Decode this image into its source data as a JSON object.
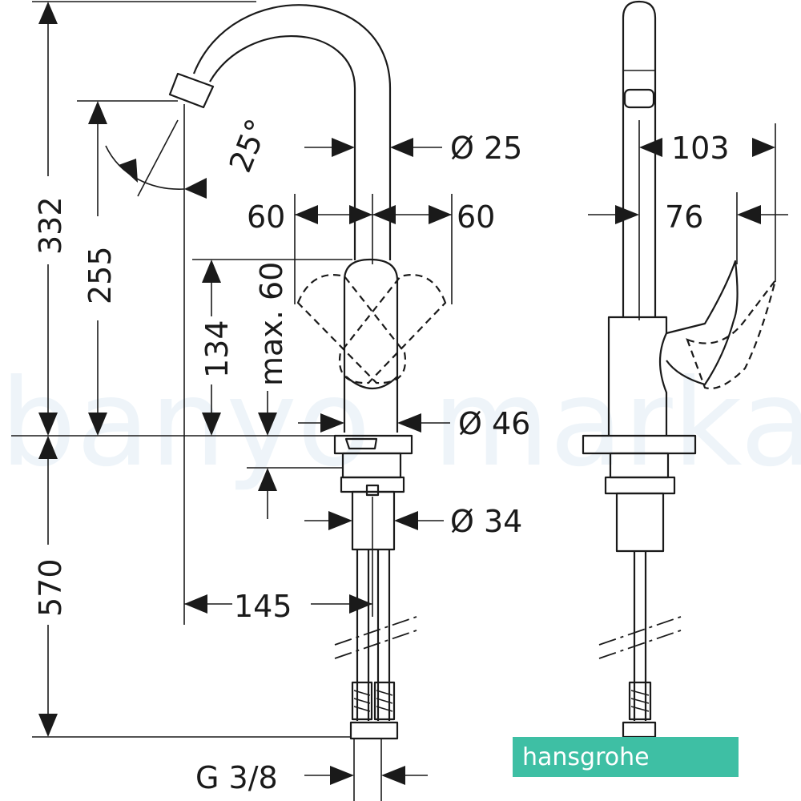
{
  "dimensions": {
    "total_height": "332",
    "spout_height": "255",
    "body_height": "134",
    "lever_travel": "max. 60",
    "spout_angle": "25°",
    "spout_diameter": "Ø 25",
    "lever_left": "60",
    "lever_right": "60",
    "body_diameter": "Ø 46",
    "shank_diameter": "Ø 34",
    "spout_reach": "145",
    "hose_length": "570",
    "connection_thread": "G 3/8",
    "side_spout_depth": "103",
    "side_body_depth": "76"
  },
  "watermark": {
    "left": "banyo",
    "right": "marka"
  },
  "brand": {
    "name": "hansgrohe",
    "color": "#3ebfa4"
  },
  "colors": {
    "line": "#1a1a1a",
    "watermark": "#7fb3d5"
  }
}
